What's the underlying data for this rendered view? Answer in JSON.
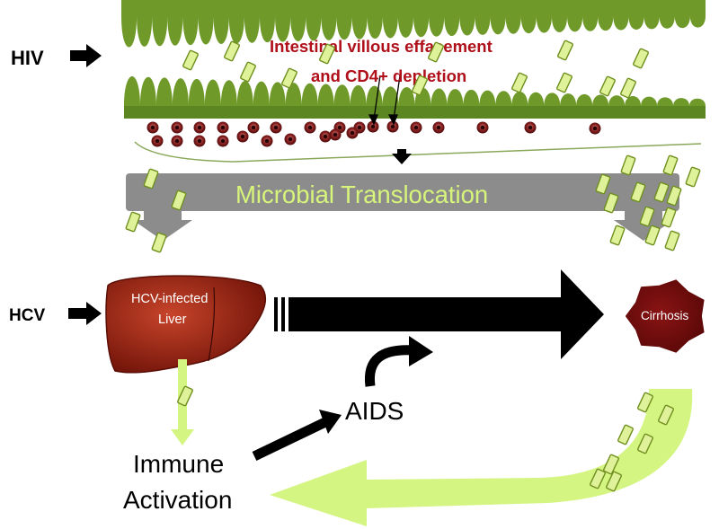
{
  "labels": {
    "hiv": "HIV",
    "hcv": "HCV",
    "villous_line1": "Intestinal villous effacement",
    "villous_line2": "and CD4+ depletion",
    "translocation": "Microbial Translocation",
    "liver_line1": "HCV-infected",
    "liver_line2": "Liver",
    "cirrhosis": "Cirrhosis",
    "aids": "AIDS",
    "immune_line1": "Immune",
    "immune_line2": "Activation"
  },
  "colors": {
    "villi": "#6f9a2a",
    "villi_dark": "#5c8622",
    "translocation_bar": "#8c8c8c",
    "translocation_text": "#d7f57a",
    "microbe_fill": "#dff29a",
    "microbe_stroke": "#6f8f1e",
    "lymphocyte": "#7a1a1a",
    "liver_dark": "#6e1208",
    "liver_light": "#c7442a",
    "cirrhosis": "#7a0d0d",
    "flow_arrow": "#d5f582",
    "heading_red": "#b0101a",
    "black": "#000000"
  },
  "icons": {
    "microbe": "microbe-rod-icon",
    "cell": "cd4-cell-icon",
    "liver": "liver-icon",
    "cirrhosis": "cirrhotic-nodule-icon"
  }
}
